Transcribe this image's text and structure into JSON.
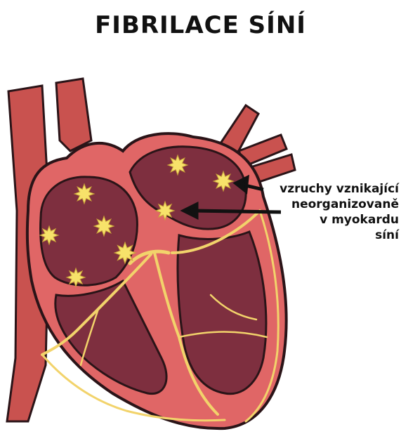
{
  "title": "FIBRILACE SÍNÍ",
  "label": {
    "lines": [
      "vzruchy vznikající",
      "neorganizovaně",
      "v myokardu",
      "síní"
    ]
  },
  "colors": {
    "muscle": "#e06666",
    "muscle_dark": "#8b2e3a",
    "chamber": "#7e2f3f",
    "outline": "#2a1418",
    "vessel": "#c9524f",
    "conduction": "#f2d36b",
    "spark": "#f7e26a"
  },
  "icons": [
    "spark-icon",
    "arrow-icon"
  ]
}
